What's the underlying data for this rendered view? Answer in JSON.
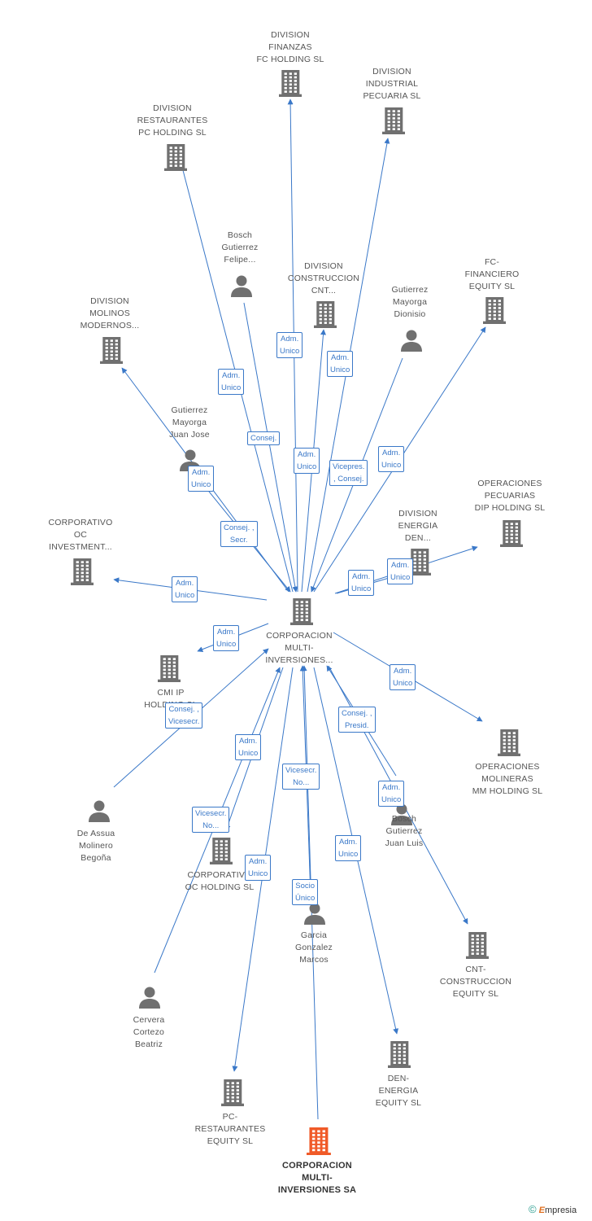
{
  "colors": {
    "edge": "#3a78c8",
    "company": "#707070",
    "person": "#707070",
    "main": "#f05a28",
    "label_text": "#555555"
  },
  "nodes": [
    {
      "id": "finanzas",
      "type": "company",
      "label": "DIVISION\nFINANZAS\nFC HOLDING SL"
    },
    {
      "id": "industrial",
      "type": "company",
      "label": "DIVISION\nINDUSTRIAL\nPECUARIA SL"
    },
    {
      "id": "restaurantes",
      "type": "company",
      "label": "DIVISION\nRESTAURANTES\nPC HOLDING SL"
    },
    {
      "id": "bosch_felipe",
      "type": "person",
      "label": "Bosch\nGutierrez\nFelipe..."
    },
    {
      "id": "construccion",
      "type": "company",
      "label": "DIVISION\nCONSTRUCCION\nCNT..."
    },
    {
      "id": "gm_dionisio",
      "type": "person",
      "label": "Gutierrez\nMayorga\nDionisio"
    },
    {
      "id": "fc_financiero",
      "type": "company",
      "label": "FC-\nFINANCIERO\nEQUITY SL"
    },
    {
      "id": "molinos",
      "type": "company",
      "label": "DIVISION\nMOLINOS\nMODERNOS..."
    },
    {
      "id": "gm_juanjose",
      "type": "person",
      "label": "Gutierrez\nMayorga\nJuan Jose"
    },
    {
      "id": "op_pecuarias",
      "type": "company",
      "label": "OPERACIONES\nPECUARIAS\nDIP HOLDING SL"
    },
    {
      "id": "energia",
      "type": "company",
      "label": "DIVISION\nENERGIA\nDEN..."
    },
    {
      "id": "corp_oc",
      "type": "company",
      "label": "CORPORATIVO\nOC\nINVESTMENT..."
    },
    {
      "id": "hub",
      "type": "company",
      "label": "CORPORACION\nMULTI-\nINVERSIONES..."
    },
    {
      "id": "cmi",
      "type": "company",
      "label": "CMI IP\nHOLDING SL"
    },
    {
      "id": "op_molineras",
      "type": "company",
      "label": "OPERACIONES\nMOLINERAS\nMM HOLDING SL"
    },
    {
      "id": "de_assua",
      "type": "person",
      "label": "De Assua\nMolinero\nBegoña"
    },
    {
      "id": "bosch_juanluis",
      "type": "person",
      "label": "Bosch\nGutierrez\nJuan Luis"
    },
    {
      "id": "corp_holding",
      "type": "company",
      "label": "CORPORATIVO\nOC HOLDING SL"
    },
    {
      "id": "garcia",
      "type": "person",
      "label": "Garcia\nGonzalez\nMarcos"
    },
    {
      "id": "cnt_equity",
      "type": "company",
      "label": "CNT-\nCONSTRUCCION\nEQUITY SL"
    },
    {
      "id": "cervera",
      "type": "person",
      "label": "Cervera\nCortezo\nBeatriz"
    },
    {
      "id": "den_equity",
      "type": "company",
      "label": "DEN-\nENERGIA\nEQUITY SL"
    },
    {
      "id": "pc_equity",
      "type": "company",
      "label": "PC-\nRESTAURANTES\nEQUITY SL"
    },
    {
      "id": "main",
      "type": "main",
      "label": "CORPORACION\nMULTI-\nINVERSIONES SA"
    }
  ],
  "edges": [
    {
      "from": "hub",
      "to": "finanzas",
      "label": "Adm.\nUnico"
    },
    {
      "from": "hub",
      "to": "industrial",
      "label": "Adm.\nUnico"
    },
    {
      "from": "hub",
      "to": "restaurantes",
      "label": "Adm.\nUnico"
    },
    {
      "from": "bosch_felipe",
      "to": "hub",
      "label": "Consej."
    },
    {
      "from": "hub",
      "to": "construccion",
      "label": "Adm.\nUnico"
    },
    {
      "from": "gm_dionisio",
      "to": "hub",
      "label": "Vicepres.\n, Consej."
    },
    {
      "from": "hub",
      "to": "fc_financiero",
      "label": "Adm.\nUnico"
    },
    {
      "from": "gm_juanjose",
      "to": "hub",
      "label": "Consej. ,\nSecr."
    },
    {
      "from": "hub",
      "to": "molinos",
      "label": "Adm.\nUnico"
    },
    {
      "from": "hub",
      "to": "op_pecuarias",
      "label": "Adm.\nUnico"
    },
    {
      "from": "hub",
      "to": "energia",
      "label": "Adm.\nUnico"
    },
    {
      "from": "hub",
      "to": "corp_oc",
      "label": "Adm.\nUnico"
    },
    {
      "from": "hub",
      "to": "cmi",
      "label": "Adm.\nUnico"
    },
    {
      "from": "hub",
      "to": "op_molineras",
      "label": "Adm.\nUnico"
    },
    {
      "from": "de_assua",
      "to": "hub",
      "label": "Consej. ,\nVicesecr."
    },
    {
      "from": "bosch_juanluis",
      "to": "hub",
      "label": "Consej. ,\nPresid."
    },
    {
      "from": "hub",
      "to": "corp_holding",
      "label": "Adm.\nUnico"
    },
    {
      "from": "garcia",
      "to": "hub",
      "label": "Vicesecr.\nNo..."
    },
    {
      "from": "cervera",
      "to": "hub",
      "label": "Vicesecr.\nNo..."
    },
    {
      "from": "hub",
      "to": "pc_equity",
      "label": "Adm.\nUnico"
    },
    {
      "from": "main",
      "to": "hub",
      "label": "Socio\nÚnico"
    },
    {
      "from": "hub",
      "to": "den_equity",
      "label": "Adm.\nUnico"
    },
    {
      "from": "hub",
      "to": "cnt_equity",
      "label": "Adm.\nUnico"
    }
  ],
  "brand": {
    "copyright": "©",
    "name": "mpresia",
    "initial": "E"
  }
}
